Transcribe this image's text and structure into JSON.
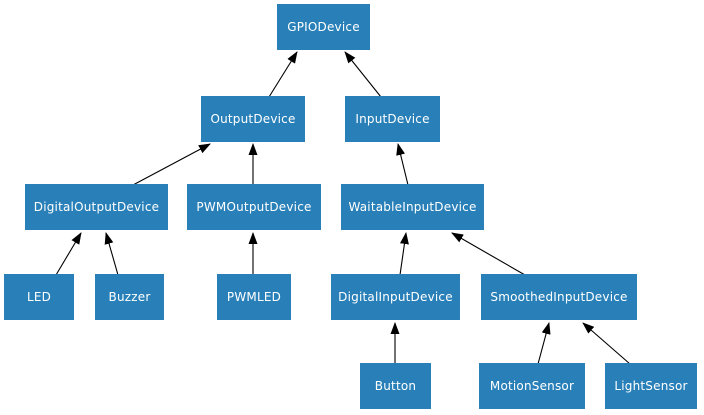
{
  "diagram": {
    "type": "class-inheritance-diagram",
    "colors": {
      "node_fill": "#2980b9",
      "node_text": "#ffffff",
      "arrow": "#000000",
      "background": "#ffffff"
    },
    "nodes": {
      "gpiodevice": {
        "label": "GPIODevice"
      },
      "outputdevice": {
        "label": "OutputDevice"
      },
      "inputdevice": {
        "label": "InputDevice"
      },
      "digitaloutputdevice": {
        "label": "DigitalOutputDevice"
      },
      "pwmoutputdevice": {
        "label": "PWMOutputDevice"
      },
      "waitableinputdevice": {
        "label": "WaitableInputDevice"
      },
      "led": {
        "label": "LED"
      },
      "buzzer": {
        "label": "Buzzer"
      },
      "pwmled": {
        "label": "PWMLED"
      },
      "digitalinputdevice": {
        "label": "DigitalInputDevice"
      },
      "smoothedinputdevice": {
        "label": "SmoothedInputDevice"
      },
      "button": {
        "label": "Button"
      },
      "motionsensor": {
        "label": "MotionSensor"
      },
      "lightsensor": {
        "label": "LightSensor"
      }
    },
    "edges": [
      {
        "from": "OutputDevice",
        "to": "GPIODevice"
      },
      {
        "from": "InputDevice",
        "to": "GPIODevice"
      },
      {
        "from": "DigitalOutputDevice",
        "to": "OutputDevice"
      },
      {
        "from": "PWMOutputDevice",
        "to": "OutputDevice"
      },
      {
        "from": "WaitableInputDevice",
        "to": "InputDevice"
      },
      {
        "from": "LED",
        "to": "DigitalOutputDevice"
      },
      {
        "from": "Buzzer",
        "to": "DigitalOutputDevice"
      },
      {
        "from": "PWMLED",
        "to": "PWMOutputDevice"
      },
      {
        "from": "DigitalInputDevice",
        "to": "WaitableInputDevice"
      },
      {
        "from": "SmoothedInputDevice",
        "to": "WaitableInputDevice"
      },
      {
        "from": "Button",
        "to": "DigitalInputDevice"
      },
      {
        "from": "MotionSensor",
        "to": "SmoothedInputDevice"
      },
      {
        "from": "LightSensor",
        "to": "SmoothedInputDevice"
      }
    ]
  }
}
